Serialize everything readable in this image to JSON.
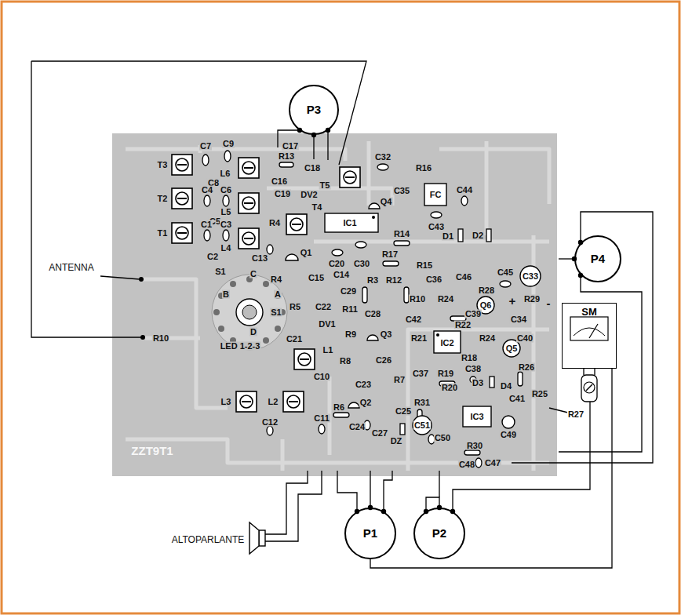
{
  "diagram": {
    "nodes": [
      {
        "text": [
          "P3"
        ]
      },
      {
        "text": [
          "P4"
        ]
      },
      {
        "text": [
          "SM"
        ]
      },
      {
        "text": [
          "P1"
        ]
      },
      {
        "text": [
          "P2"
        ]
      }
    ],
    "edges": [
      {
        "from": 3,
        "to": 2,
        "arrow": "none"
      }
    ],
    "labels": [
      "T3",
      "C7",
      "C9",
      "L6",
      "C8",
      "T2",
      "C4",
      "C6",
      "L5",
      "C5",
      "T1",
      "C1",
      "C3",
      "L4",
      "C2",
      "R13",
      "C17",
      "C18",
      "C16",
      "C19",
      "DV2",
      "R4",
      "Q1",
      "C13",
      "T5",
      "C32",
      "R16",
      "C35",
      "Q4",
      "FC",
      "C44",
      "T4",
      "IC1",
      "C43",
      "D1",
      "D2",
      "R14",
      "R17",
      "C20",
      "C30",
      "R15",
      "C14",
      "R3",
      "R12",
      "C36",
      "C46",
      "C45",
      "C33",
      "R4",
      "C15",
      "C29",
      "R10",
      "R24",
      "R28",
      "+",
      "R29",
      "-",
      "Q6",
      "C28",
      "R11",
      "C22",
      "R5",
      "C42",
      "C39",
      "C34",
      "R22",
      "DV1",
      "R9",
      "Q3",
      "C21",
      "R21",
      "IC2",
      "R24",
      "C40",
      "Q5",
      "L1",
      "R8",
      "C26",
      "R18",
      "C38",
      "R26",
      "C10",
      "R7",
      "C37",
      "R19",
      "D3",
      "D4",
      "R25",
      "R20",
      "C41",
      "R27",
      "C23",
      "Q2",
      "R31",
      "C25",
      "C51",
      "L3",
      "L2",
      "C12",
      "C11",
      "R6",
      "C24",
      "C27",
      "DZ",
      "C50",
      "IC3",
      "C49",
      "R30",
      "C48",
      "C47",
      "R10",
      "LED 1-2-3",
      "S1",
      "C",
      "B",
      "A",
      "S1",
      "D",
      "ANTENNA",
      "ALTOPARLANTE",
      "ZZT9T1"
    ]
  }
}
